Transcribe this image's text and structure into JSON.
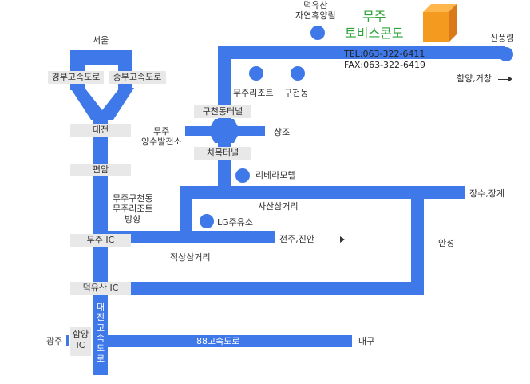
{
  "labels": {
    "seoul": "서울",
    "gyeongbu": "경부고속도로",
    "jungbu": "중부고속도로",
    "daejeon": "대전",
    "pyeongam": "편암",
    "muju_ic": "무주 IC",
    "deogyusan_ic": "덕유산 IC",
    "hamyang_ic": "함양\nIC",
    "gwangju": "광주",
    "daegu": "대구",
    "expressway88": "88고속도로",
    "daejin_vertical": "대진고속도로",
    "deogyusan_forest": "덕유산\n자연휴양림",
    "resort_name": "무주\n토비스콘도",
    "tel": "TEL:063-322-6411",
    "fax": "FAX:063-322-6419",
    "sinpungryeong": "신풍령",
    "hamyang_geochang": "함양,거창",
    "muju_resort": "무주리조트",
    "gucheondong": "구천동",
    "gucheondong_tunnel": "구천동터널",
    "chimok_tunnel": "치목터널",
    "muju_pumping": "무주\n양수발전소",
    "sangjo": "상조",
    "riviera": "리베라모텔",
    "sasan": "사산삼거리",
    "jangsu": "장수,장계",
    "lg_station": "LG주유소",
    "jeonju": "전주,진안",
    "jeoksang": "적상삼거리",
    "anseong": "안성",
    "direction_note": "무주구천동\n무주리조트\n방향"
  },
  "colors": {
    "road": "#3f78e8",
    "title": "#2ea23a",
    "label_box": "#e8e8e8",
    "cube": "#f39a1f"
  },
  "icons": {
    "arrow": "arrow-right-icon",
    "marker": "location-dot-icon",
    "building": "cube-building-icon"
  }
}
